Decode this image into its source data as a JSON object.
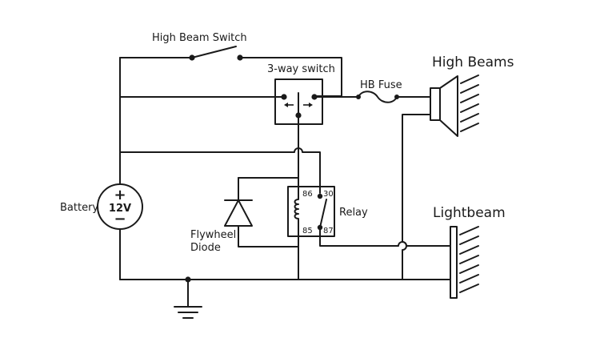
{
  "labels": {
    "high_beam_switch": "High Beam Switch",
    "three_way_switch": "3-way switch",
    "hb_fuse": "HB Fuse",
    "high_beams": "High Beams",
    "lightbeam": "Lightbeam",
    "battery": "Battery",
    "battery_voltage": "12V",
    "battery_plus": "+",
    "battery_minus": "−",
    "relay": "Relay",
    "relay_pin_86": "86",
    "relay_pin_30": "30",
    "relay_pin_85": "85",
    "relay_pin_87": "87",
    "flywheel_line1": "Flywheel",
    "flywheel_line2": "Diode"
  },
  "colors": {
    "ink": "#1a1a1a",
    "background": "#ffffff"
  }
}
